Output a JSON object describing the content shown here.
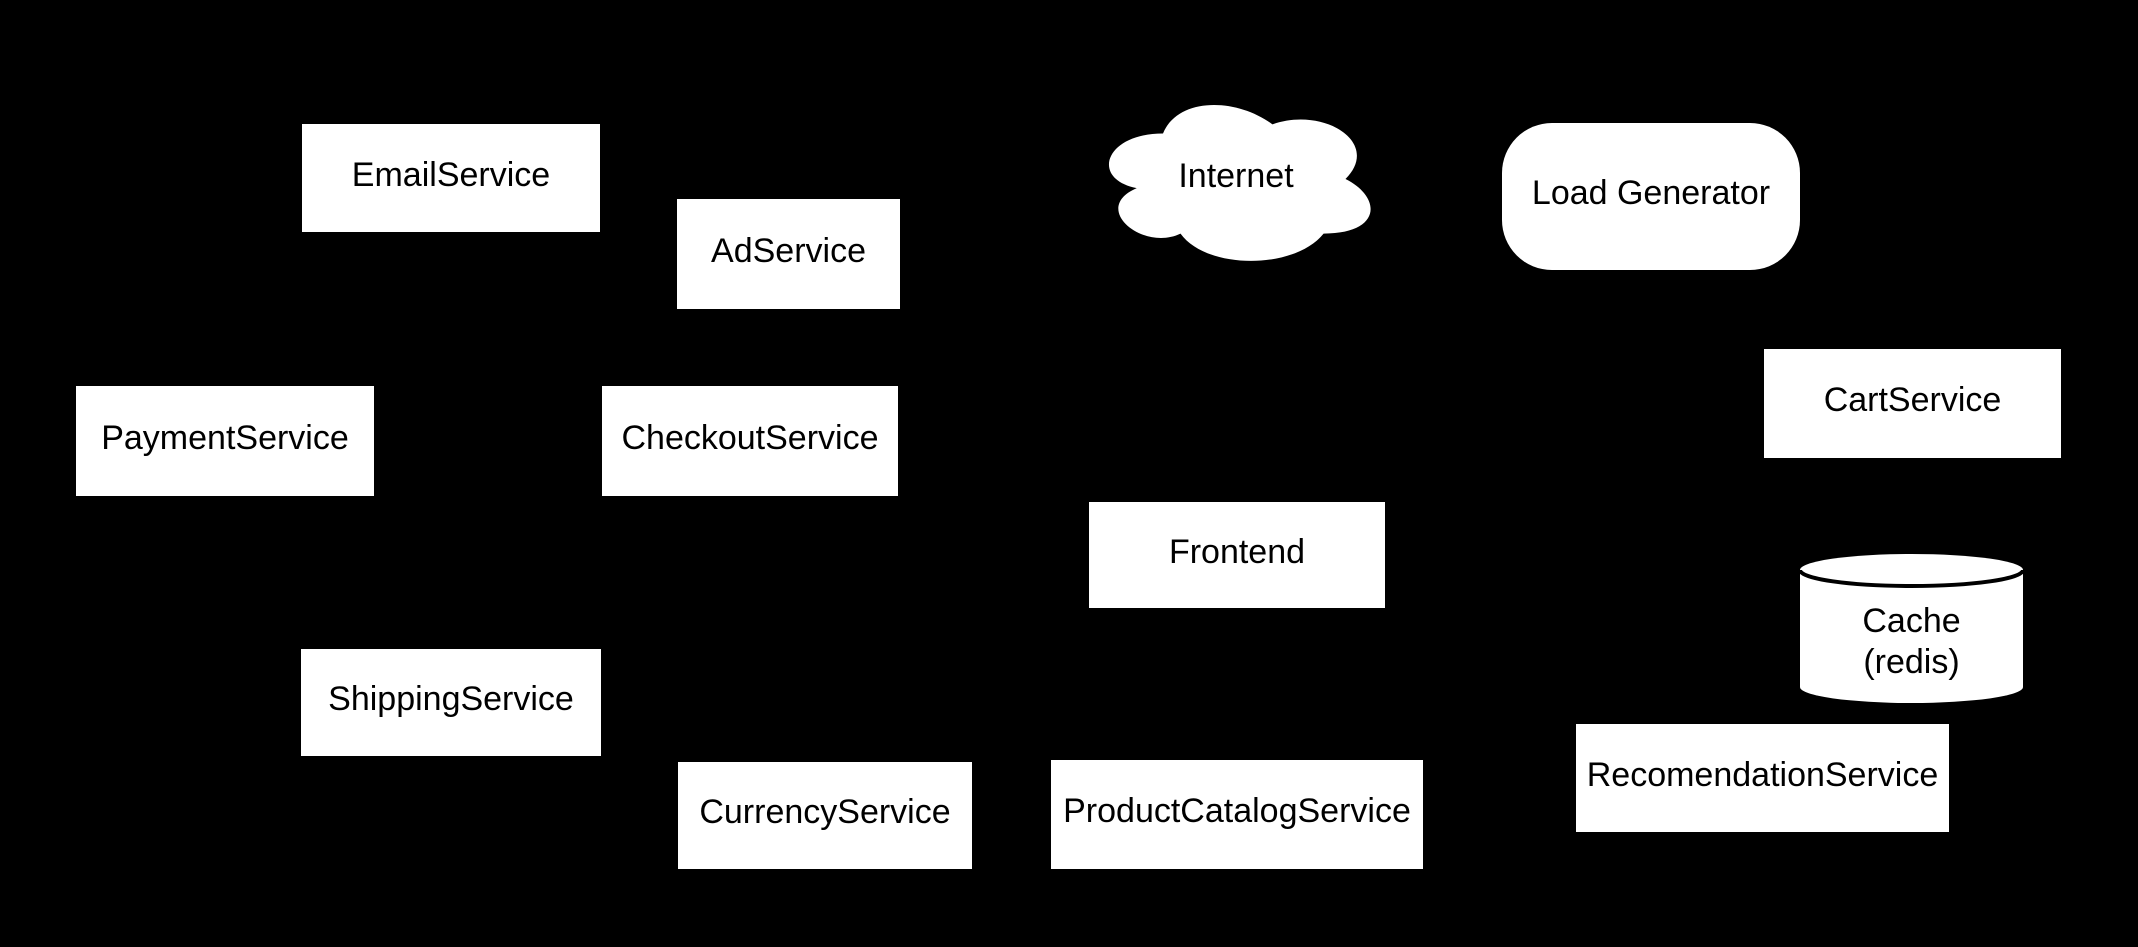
{
  "colors": {
    "background": "#000000",
    "node_fill": "#ffffff",
    "node_stroke": "#000000",
    "label_color": "#000000"
  },
  "nodes": {
    "email": {
      "label": "EmailService",
      "shape": "rectangle"
    },
    "ad": {
      "label": "AdService",
      "shape": "rectangle"
    },
    "internet": {
      "label": "Internet",
      "shape": "cloud"
    },
    "load_generator": {
      "label": "Load Generator",
      "shape": "rounded-rectangle"
    },
    "payment": {
      "label": "PaymentService",
      "shape": "rectangle"
    },
    "checkout": {
      "label": "CheckoutService",
      "shape": "rectangle"
    },
    "cart": {
      "label": "CartService",
      "shape": "rectangle"
    },
    "frontend": {
      "label": "Frontend",
      "shape": "rectangle"
    },
    "cache": {
      "label_line1": "Cache",
      "label_line2": "(redis)",
      "shape": "cylinder"
    },
    "shipping": {
      "label": "ShippingService",
      "shape": "rectangle"
    },
    "currency": {
      "label": "CurrencyService",
      "shape": "rectangle"
    },
    "product_catalog": {
      "label": "ProductCatalogService",
      "shape": "rectangle"
    },
    "recommendation": {
      "label": "RecomendationService",
      "shape": "rectangle"
    }
  }
}
